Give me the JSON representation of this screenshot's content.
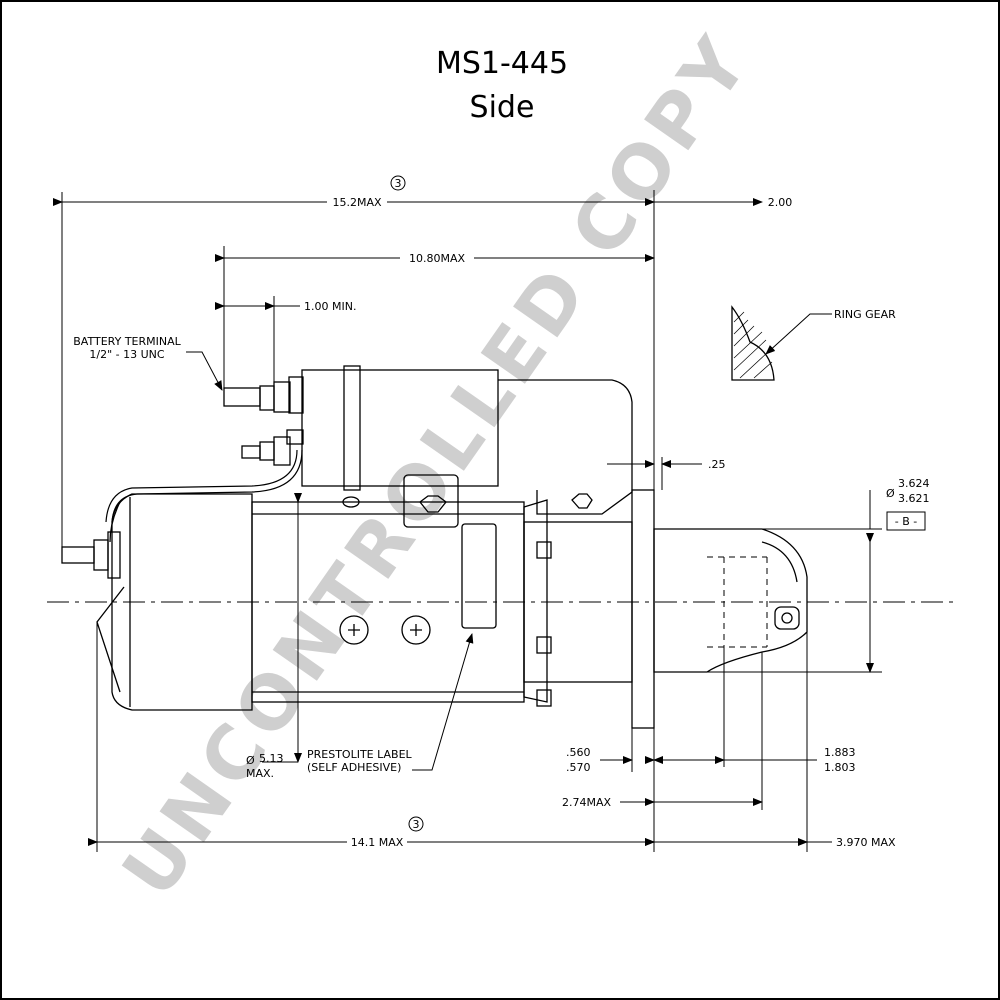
{
  "title": "MS1-445",
  "subtitle": "Side",
  "watermark": "UNCONTROLLED COPY",
  "circle_note": "3",
  "dimensions": {
    "overall_max": "15.2MAX",
    "solenoid_max": "10.80MAX",
    "min": "1.00 MIN.",
    "pinion_offset": "2.00",
    "flange_thickness": ".25",
    "pilot_dia_hi": "3.624",
    "pilot_dia_lo": "3.621",
    "datum": "- B -",
    "body_dia": "5.13",
    "body_dia_suffix": "MAX.",
    "flange_hi": ".560",
    "flange_lo": ".570",
    "pinion_hi": "1.883",
    "pinion_lo": "1.803",
    "nose_max": "2.74MAX",
    "body_max": "14.1 MAX",
    "nose_len": "3.970 MAX"
  },
  "labels": {
    "battery_terminal_line1": "BATTERY TERMINAL",
    "battery_terminal_line2": "1/2\" - 13 UNC",
    "ring_gear": "RING GEAR",
    "prestolite_line1": "PRESTOLITE LABEL",
    "prestolite_line2": "(SELF ADHESIVE)"
  },
  "symbols": {
    "diameter": "Ø"
  }
}
